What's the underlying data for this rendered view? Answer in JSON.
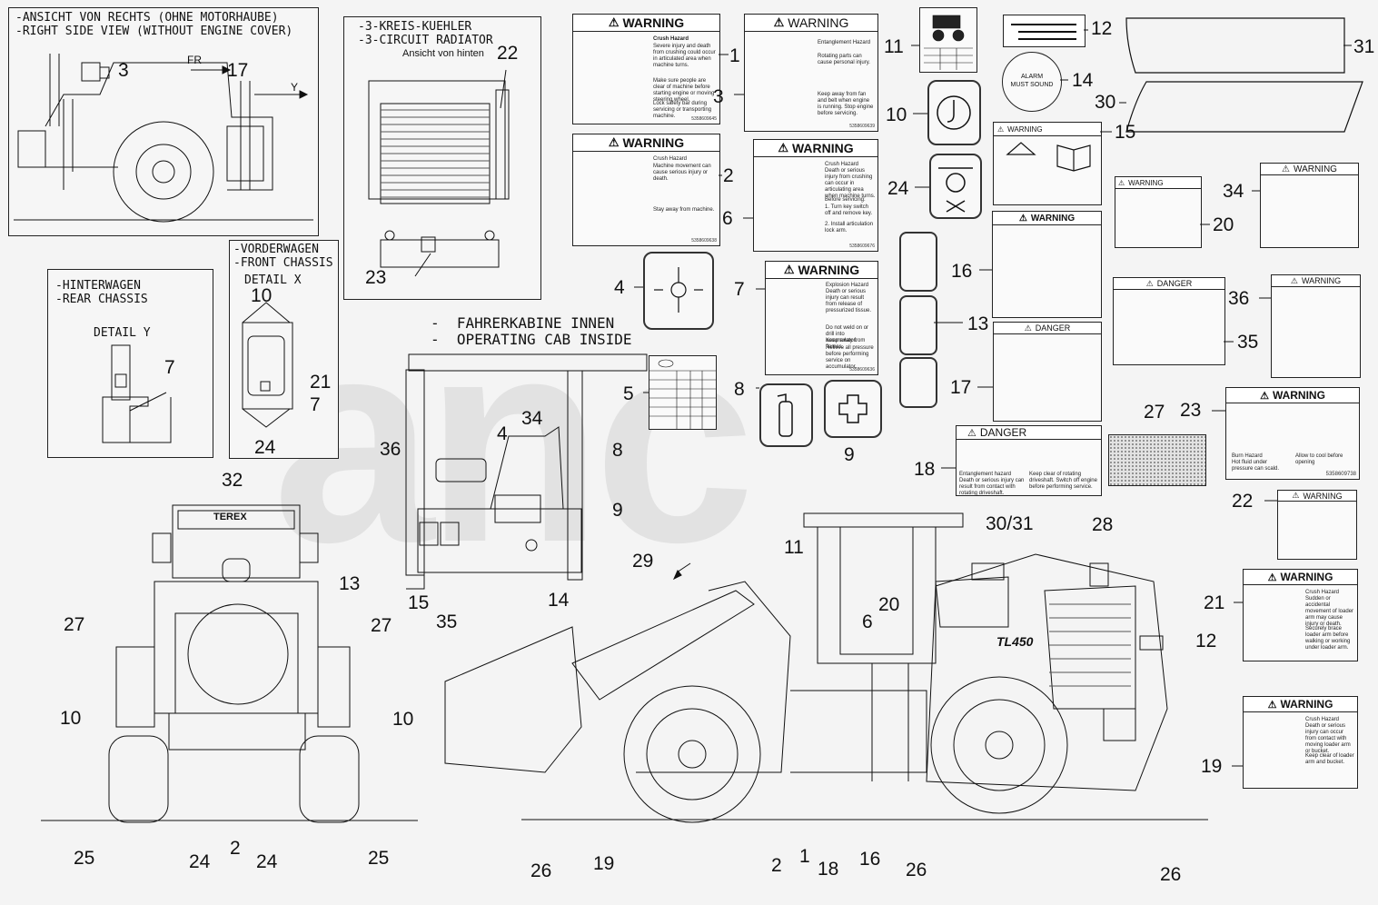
{
  "panels": {
    "right_view": "-ANSICHT VON RECHTS (OHNE MOTORHAUBE)\n-RIGHT SIDE VIEW (WITHOUT ENGINE COVER)",
    "radiator": "-3-KREIS-KUEHLER\n-3-CIRCUIT RADIATOR",
    "radiator_sub": "Ansicht von hinten",
    "rear_chassis": "-HINTERWAGEN\n-REAR CHASSIS",
    "detail_y": "DETAIL Y",
    "front_chassis": "-VORDERWAGEN\n-FRONT CHASSIS",
    "detail_x": "DETAIL X",
    "cab": "-  FAHRERKABINE INNEN\n-  OPERATING CAB INSIDE",
    "fr": "FR",
    "y_arrow": "Y",
    "model": "TL450",
    "brand": "TEREX"
  },
  "labels": {
    "warning": "WARNING",
    "danger": "DANGER",
    "l1_title": "Crush Hazard",
    "l1_text": "Severe injury and death from crushing could occur in articulated area when machine turns.",
    "l1_text2": "Make sure people are clear of machine before starting engine or moving steering wheel.",
    "l1_text3": "Lock safety bar during servicing or transporting machine.",
    "l1_code": "5358609645",
    "l3_title": "Entanglement Hazard",
    "l3_text": "Rotating parts can cause personal injury.",
    "l3_text2": "Keep away from fan and belt when engine is running. Stop engine before servicing.",
    "l3_code": "5358609639",
    "l2_title": "Crush Hazard",
    "l2_text": "Machine movement can cause serious injury or death.",
    "l2_text2": "Stay away from machine.",
    "l2_code": "5358609638",
    "l6_title": "Crush Hazard",
    "l6_text": "Death or serious injury from crushing can occur in articulating area when machine turns.",
    "l6_text2": "Before servicing:",
    "l6_text3": "1. Turn key switch off and remove key.",
    "l6_text4": "2. Install articulation lock arm.",
    "l6_code": "5358609676",
    "l7_title": "Explosion Hazard",
    "l7_text": "Death or serious injury can result from release of pressurized tissue.",
    "l7_text2": "Do not weld on or drill into accumulator.",
    "l7_text3": "Keep away from flames.",
    "l7_text4": "Relieve all pressure before performing service on accumulator.",
    "l7_code": "5358609636",
    "l14": "ALARM\nMUST SOUND",
    "l23_t1": "Burn Hazard",
    "l23_t2": "Hot fluid under pressure can scald.",
    "l23_t3": "Allow to cool before opening",
    "l23_code": "5358609738",
    "l21_t1": "Crush Hazard",
    "l21_t2": "Sudden or accidental movement of loader arm may cause injury or death.",
    "l21_t3": "Securely brace loader arm before walking or working under loader arm.",
    "l19_t1": "Crush Hazard",
    "l19_t2": "Death or serious injury can occur from contact with moving loader arm or bucket.",
    "l19_t3": "Keep clear of loader arm and bucket.",
    "l18_t1": "Entanglement hazard",
    "l18_t2": "Death or serious injury can result from contact with rotating driveshaft.",
    "l18_t3": "Keep clear of rotating driveshaft. Switch off engine before performing service."
  },
  "callouts": [
    "1",
    "2",
    "3",
    "4",
    "5",
    "6",
    "7",
    "8",
    "9",
    "10",
    "11",
    "12",
    "13",
    "14",
    "15",
    "16",
    "17",
    "18",
    "19",
    "20",
    "21",
    "22",
    "23",
    "24",
    "25",
    "26",
    "27",
    "28",
    "29",
    "30",
    "31",
    "32",
    "34",
    "35",
    "36",
    "30/31"
  ],
  "watermark": "anc"
}
